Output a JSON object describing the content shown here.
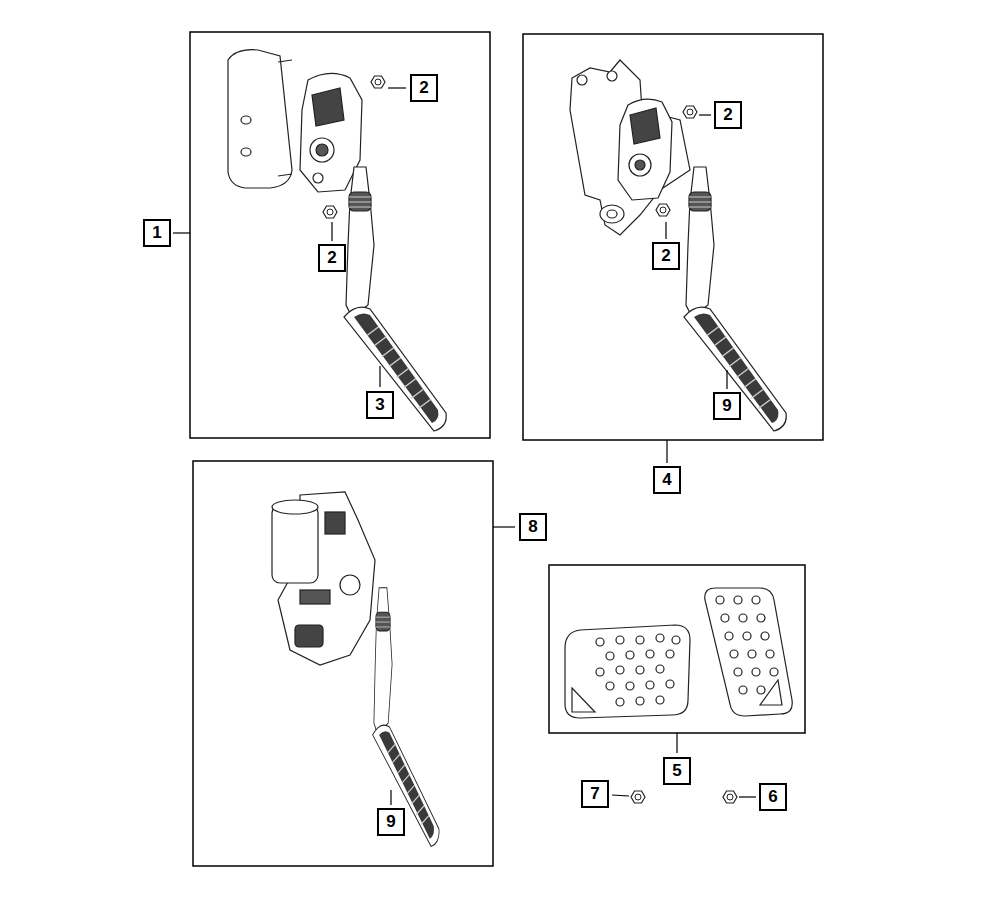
{
  "diagram": {
    "nodes": [
      {
        "text": [
          "1"
        ]
      },
      {
        "text": [
          "2"
        ]
      },
      {
        "text": [
          "2"
        ]
      },
      {
        "text": [
          "3"
        ]
      },
      {
        "text": [
          "2"
        ]
      },
      {
        "text": [
          "2"
        ]
      },
      {
        "text": [
          "9"
        ]
      },
      {
        "text": [
          "4"
        ]
      },
      {
        "text": [
          "8"
        ]
      },
      {
        "text": [
          "9"
        ]
      },
      {
        "text": [
          "5"
        ]
      },
      {
        "text": [
          "7"
        ]
      },
      {
        "text": [
          "6"
        ]
      }
    ]
  }
}
